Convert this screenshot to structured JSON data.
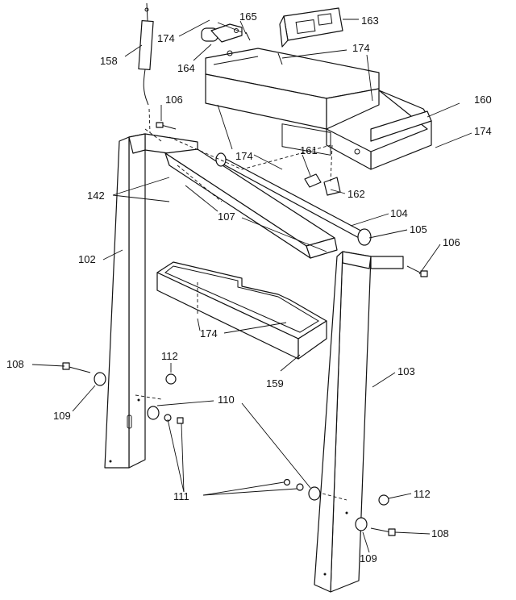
{
  "diagram": {
    "callouts": [
      {
        "id": "c158",
        "text": "158"
      },
      {
        "id": "c174a",
        "text": "174"
      },
      {
        "id": "c165",
        "text": "165"
      },
      {
        "id": "c163",
        "text": "163"
      },
      {
        "id": "c164",
        "text": "164"
      },
      {
        "id": "c174b",
        "text": "174"
      },
      {
        "id": "c106a",
        "text": "106"
      },
      {
        "id": "c160",
        "text": "160"
      },
      {
        "id": "c174c",
        "text": "174"
      },
      {
        "id": "c174d",
        "text": "174"
      },
      {
        "id": "c161",
        "text": "161"
      },
      {
        "id": "c162",
        "text": "162"
      },
      {
        "id": "c142",
        "text": "142"
      },
      {
        "id": "c107",
        "text": "107"
      },
      {
        "id": "c104",
        "text": "104"
      },
      {
        "id": "c105",
        "text": "105"
      },
      {
        "id": "c106b",
        "text": "106"
      },
      {
        "id": "c102",
        "text": "102"
      },
      {
        "id": "c174e",
        "text": "174"
      },
      {
        "id": "c112a",
        "text": "112"
      },
      {
        "id": "c108a",
        "text": "108"
      },
      {
        "id": "c103",
        "text": "103"
      },
      {
        "id": "c159",
        "text": "159"
      },
      {
        "id": "c110",
        "text": "110"
      },
      {
        "id": "c109a",
        "text": "109"
      },
      {
        "id": "c111",
        "text": "111"
      },
      {
        "id": "c112b",
        "text": "112"
      },
      {
        "id": "c108b",
        "text": "108"
      },
      {
        "id": "c109b",
        "text": "109"
      }
    ]
  }
}
